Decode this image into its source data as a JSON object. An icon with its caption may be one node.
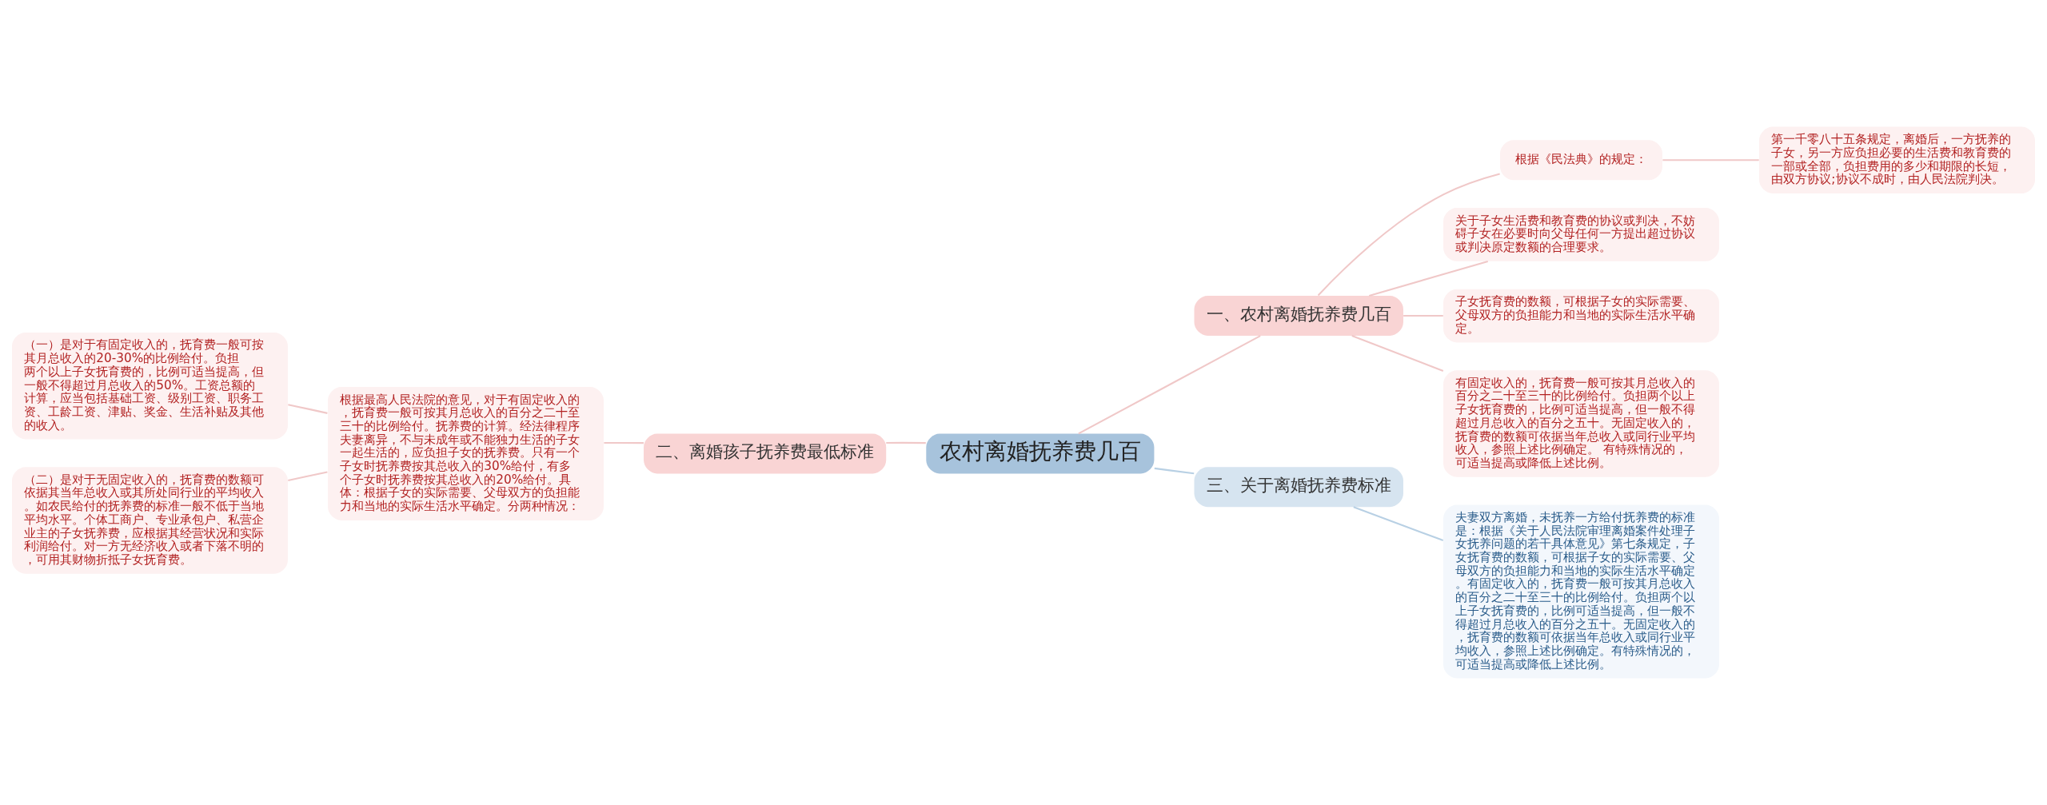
{
  "diagram": {
    "nodes": [
      {
        "text": [
          "农村离婚抚养费几百"
        ]
      },
      {
        "text": [
          "一、农村离婚抚养费几百"
        ]
      },
      {
        "text": [
          "根据《民法典》的规定："
        ]
      },
      {
        "text": [
          "第一千零八十五条规定，离婚后，一方抚养的子女，另一方应负担必要的生活费和教育费的一部或全部，负担费用的多少和期限的长短，由双方协议;协议不成时，由人民法院判决。"
        ]
      },
      {
        "text": [
          "关于子女生活费和教育费的协议或判决，不妨碍子女在必要时向父母任何一方提出超过协议或判决原定数额的合理要求。"
        ]
      },
      {
        "text": [
          "子女抚育费的数额，可根据子女的实际需要、父母双方的负担能力和当地的实际生活水平确定。"
        ]
      },
      {
        "text": [
          "有固定收入的，抚育费一般可按其月总收入的百分之二十至三十的比例给付。负担两个以上子女抚育费的，比例可适当提高，但一般不得超过月总收入的百分之五十。无固定收入的，抚育费的数额可依据当年总收入或同行业平均收入，参照上述比例确定。 有特殊情况的，可适当提高或降低上述比例。"
        ]
      },
      {
        "text": [
          "二、离婚孩子抚养费最低标准"
        ]
      },
      {
        "text": [
          "根据最高人民法院的意见，对于有固定收入的，抚育费一般可按其月总收入的百分之二十至三十的比例给付。抚养费的计算。经法律程序夫妻离异，不与未成年或不能独力生活的子女一起生活的，应负担子女的抚养费。只有一个子女时抚养费按其总收入的30%给付，有多个子女时抚养费按其总收入的20%给付。具体：根据子女的实际需要、父母双方的负担能力和当地的实际生活水平确定。分两种情况："
        ]
      },
      {
        "text": [
          "（一）是对于有固定收入的，抚育费一般可按其月总收入的20-30%的比例给付。负担两个以上子女抚育费的，比例可适当提高，但一般不得超过月总收入的50%。工资总额的计算，应当包括基础工资、级别工资、职务工资、工龄工资、津贴、奖金、生活补贴及其他的收入。"
        ]
      },
      {
        "text": [
          "（二）是对于无固定收入的，抚育费的数额可依据其当年总收入或其所处同行业的平均收入。如农民给付的抚养费的标准一般不低于当地平均水平。个体工商户、专业承包户、私营企业主的子女抚养费，应根据其经营状况和实际利润给付。对一方无经济收入或者下落不明的，可用其财物折抵子女抚育费。"
        ]
      },
      {
        "text": [
          "三、关于离婚抚养费标准"
        ]
      },
      {
        "text": [
          "夫妻双方离婚，未抚养一方给付抚养费的标准是：根据《关于人民法院审理离婚案件处理子女抚养问题的若干具体意见》第七条规定，子女抚育费的数额，可根据子女的实际需要、父母双方的负担能力和当地的实际生活水平确定。有固定收入的，抚育费一般可按其月总收入的百分之二十至三十的比例给付。负担两个以上子女抚育费的，比例可适当提高，但一般不得超过月总收入的百分之五十。无固定收入的，抚育费的数额可依据当年总收入或同行业平均收入，参照上述比例确定。有特殊情况的，可适当提高或降低上述比例。"
        ]
      }
    ],
    "edges": [
      {
        "from": 0,
        "to": 1,
        "arrow": "none"
      },
      {
        "from": 1,
        "to": 2,
        "arrow": "none"
      },
      {
        "from": 2,
        "to": 3,
        "arrow": "none"
      },
      {
        "from": 1,
        "to": 4,
        "arrow": "none"
      },
      {
        "from": 1,
        "to": 5,
        "arrow": "none"
      },
      {
        "from": 1,
        "to": 6,
        "arrow": "none"
      },
      {
        "from": 0,
        "to": 7,
        "arrow": "none"
      },
      {
        "from": 7,
        "to": 8,
        "arrow": "none"
      },
      {
        "from": 8,
        "to": 9,
        "arrow": "none"
      },
      {
        "from": 8,
        "to": 10,
        "arrow": "none"
      },
      {
        "from": 0,
        "to": 11,
        "arrow": "none",
        "color": "#b8d0e4"
      },
      {
        "from": 11,
        "to": 12,
        "arrow": "none",
        "color": "#b8d0e4"
      }
    ]
  }
}
